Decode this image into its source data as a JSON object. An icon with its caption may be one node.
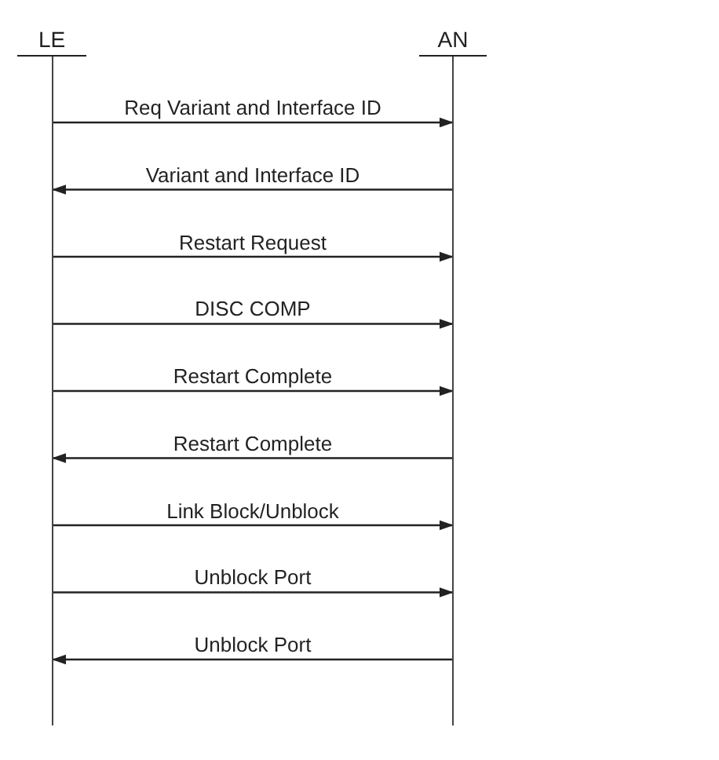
{
  "diagram": {
    "nodes": [
      {
        "text": [
          "LE"
        ]
      },
      {
        "text": [
          "AN"
        ]
      }
    ],
    "edges": [
      {
        "from": 0,
        "to": 1,
        "arrow": "to",
        "label": "Req Variant and Interface ID"
      },
      {
        "from": 1,
        "to": 0,
        "arrow": "to",
        "label": "Variant and Interface ID"
      },
      {
        "from": 0,
        "to": 1,
        "arrow": "to",
        "label": "Restart Request"
      },
      {
        "from": 0,
        "to": 1,
        "arrow": "to",
        "label": "DISC COMP"
      },
      {
        "from": 0,
        "to": 1,
        "arrow": "to",
        "label": "Restart Complete"
      },
      {
        "from": 1,
        "to": 0,
        "arrow": "to",
        "label": "Restart Complete"
      },
      {
        "from": 0,
        "to": 1,
        "arrow": "to",
        "label": "Link Block/Unblock"
      },
      {
        "from": 0,
        "to": 1,
        "arrow": "to",
        "label": "Unblock Port"
      },
      {
        "from": 1,
        "to": 0,
        "arrow": "to",
        "label": "Unblock Port"
      }
    ]
  }
}
